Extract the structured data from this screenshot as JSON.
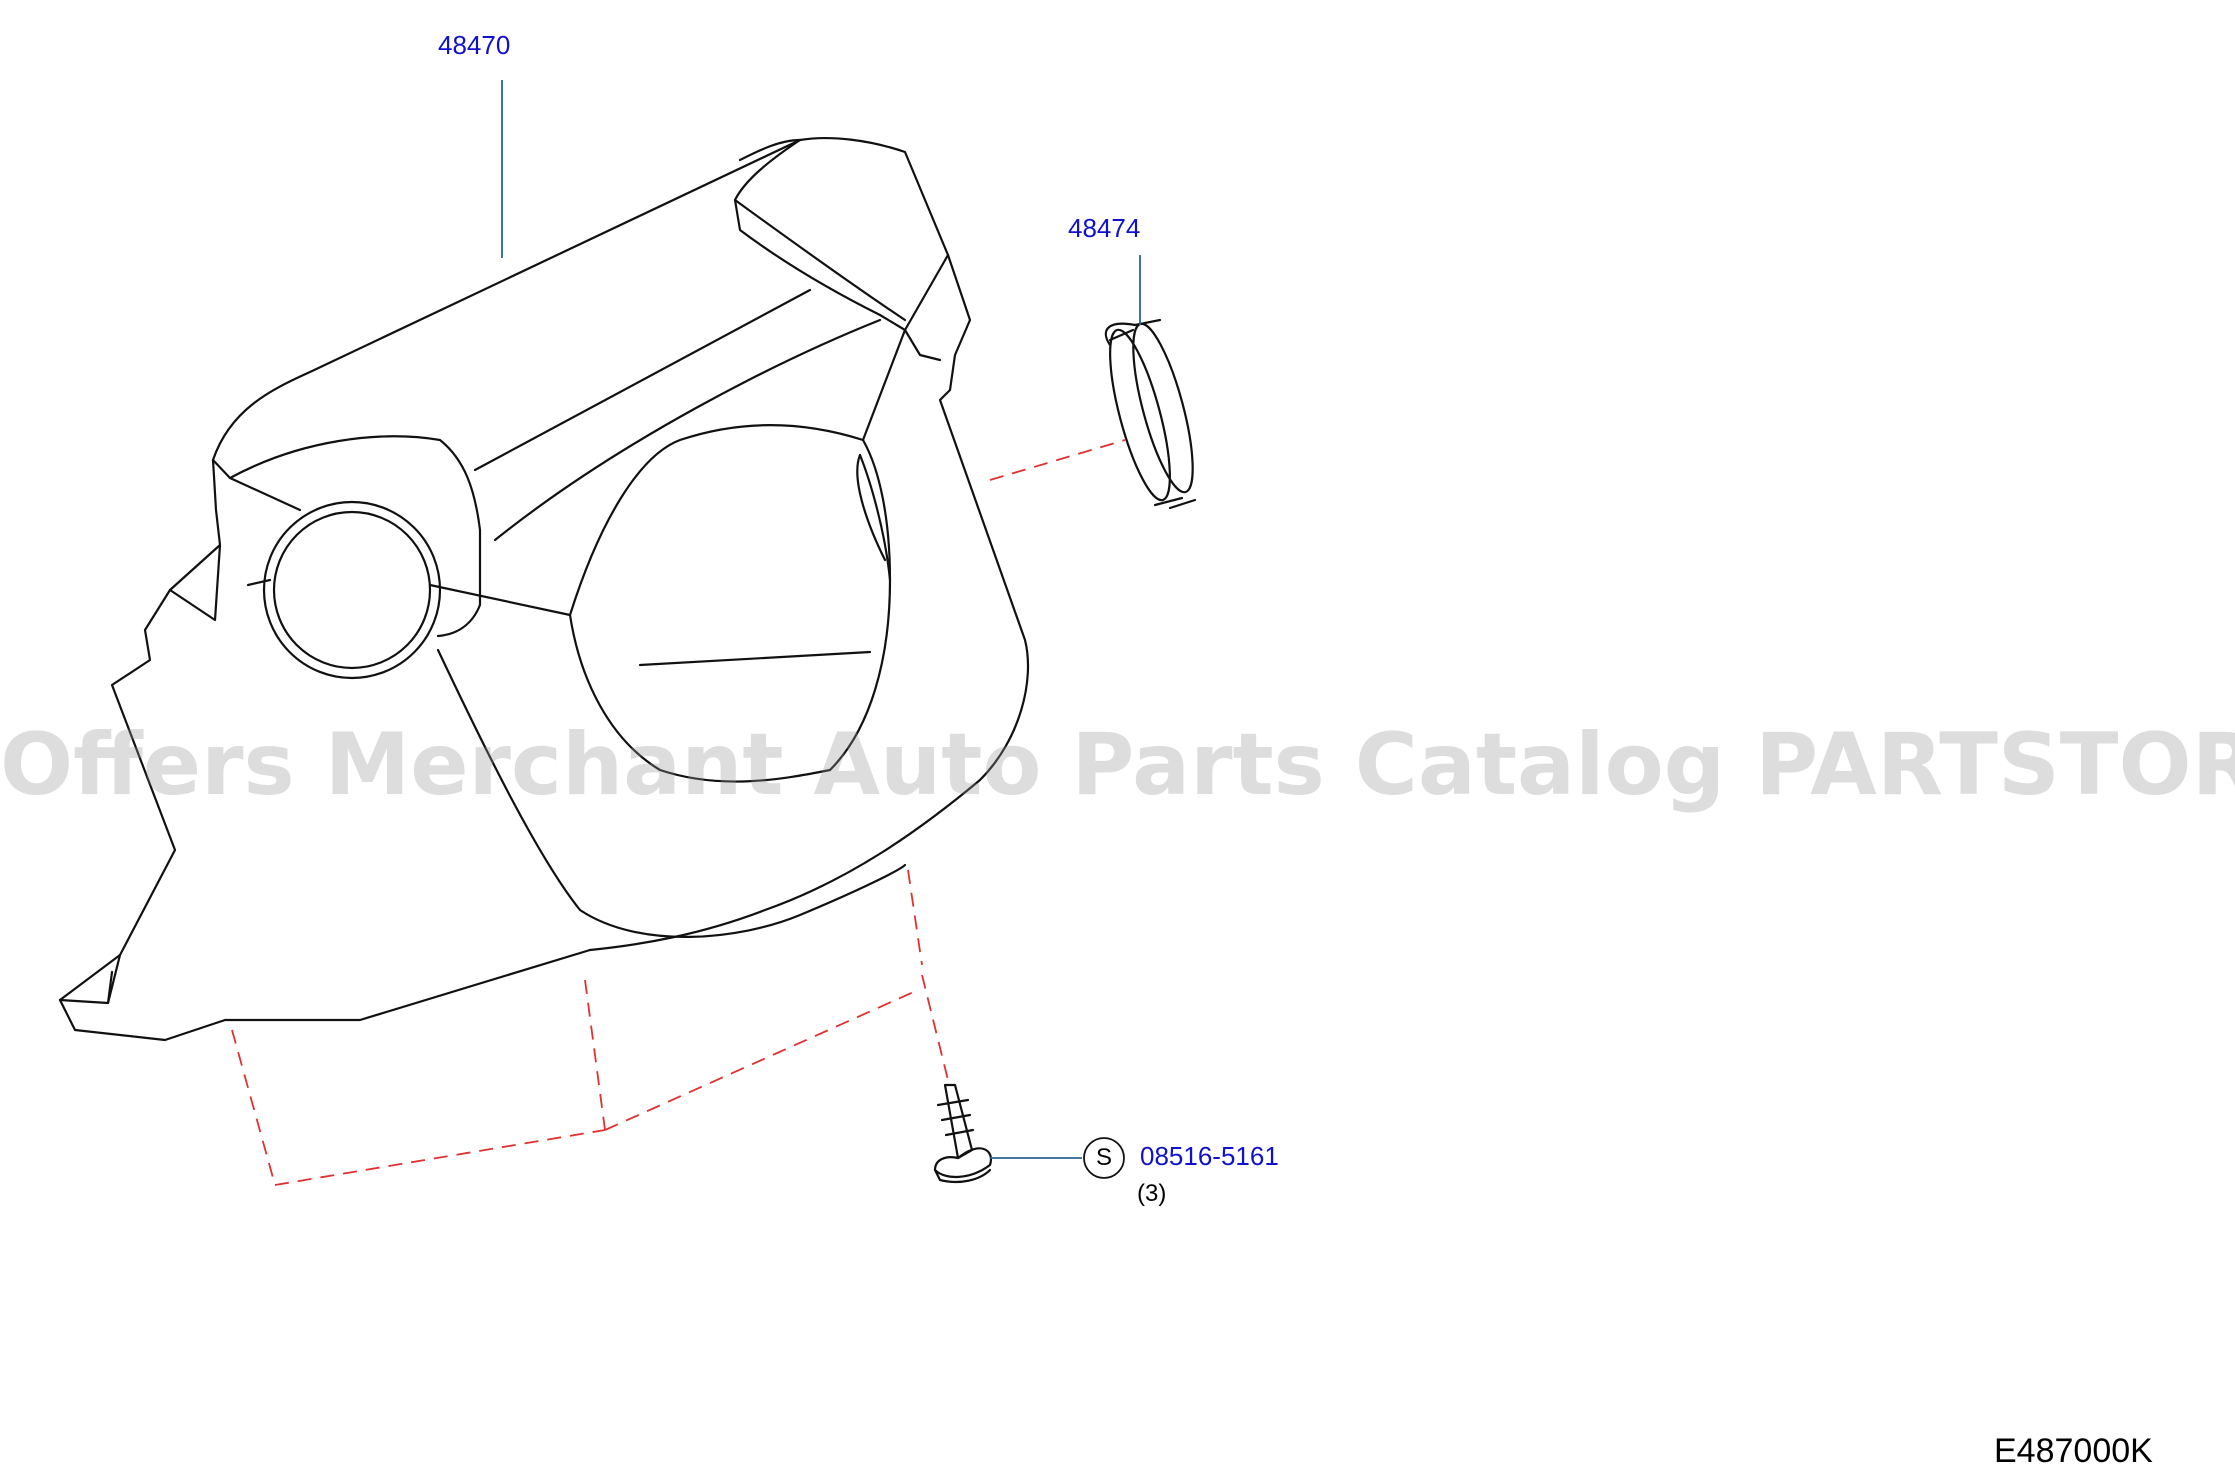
{
  "parts": {
    "cover": {
      "number": "48470"
    },
    "insulator": {
      "number": "48474"
    },
    "screw": {
      "number": "08516-5161",
      "symbol": "S",
      "quantity": "(3)"
    }
  },
  "diagram_code": "E487000K",
  "watermark": "Offers Merchant Auto Parts Catalog PARTSTORE.SA",
  "colors": {
    "part_label": "#1111cc",
    "leader_line": "#2a6496",
    "dashed_line": "#e03030",
    "outline": "#111111"
  }
}
